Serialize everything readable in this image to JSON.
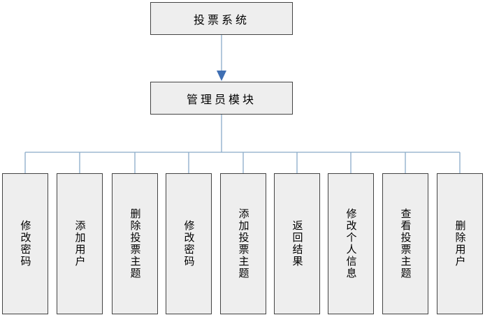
{
  "colors": {
    "box_fill": "#eeeeee",
    "box_border": "#444444",
    "connector": "#8aaac8",
    "arrow": "#3f6fb3",
    "text": "#000000"
  },
  "root": {
    "label": "投票系统"
  },
  "module": {
    "label": "管理员模块"
  },
  "leaves": [
    {
      "label": "修改密码"
    },
    {
      "label": "添加用户"
    },
    {
      "label": "删除投票主题"
    },
    {
      "label": "修改密码"
    },
    {
      "label": "添加投票主题"
    },
    {
      "label": "返回结果"
    },
    {
      "label": "修改个人信息"
    },
    {
      "label": "查看投票主题"
    },
    {
      "label": "删除用户"
    }
  ]
}
